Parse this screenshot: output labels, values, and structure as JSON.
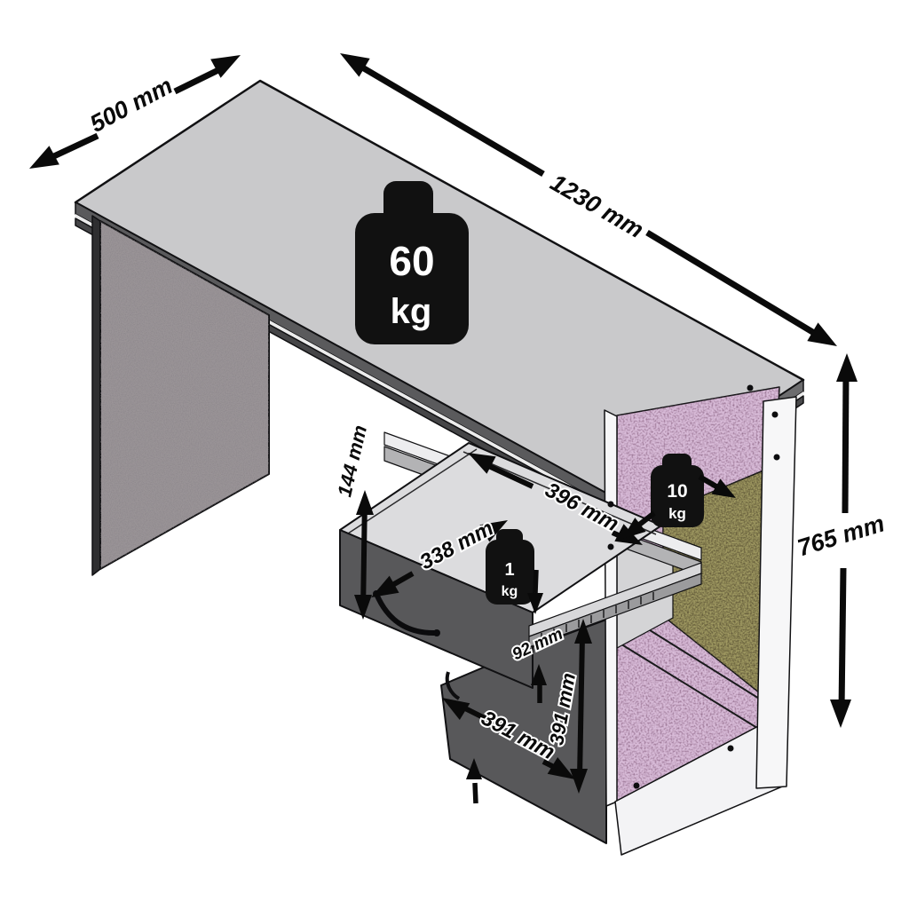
{
  "diagram": {
    "type": "furniture-technical-drawing",
    "product": "desk with drawer and door cabinet",
    "dimensions": {
      "depth_label": "500 mm",
      "width_label": "1230 mm",
      "height_label": "765 mm",
      "drawer_front_height_label": "144 mm",
      "drawer_slide_length_label": "396 mm",
      "drawer_inner_width_label": "338 mm",
      "drawer_side_height_label": "92 mm",
      "door_width_label": "391 mm",
      "door_height_label": "391 mm"
    },
    "max_loads": {
      "desktop": {
        "value": "60",
        "unit": "kg"
      },
      "shelf": {
        "value": "10",
        "unit": "kg"
      },
      "drawer": {
        "value": "1",
        "unit": "kg"
      }
    },
    "colors": {
      "desktop_gray": "#c9c9cb",
      "side_panel_gray": "#9a9497",
      "front_dark_gray": "#58585a",
      "interior_pink": "#d8bbd8",
      "back_panel_olive": "#a09a62",
      "edge_dark": "#4a4a4c",
      "white_panel": "#f7f7f8"
    }
  }
}
